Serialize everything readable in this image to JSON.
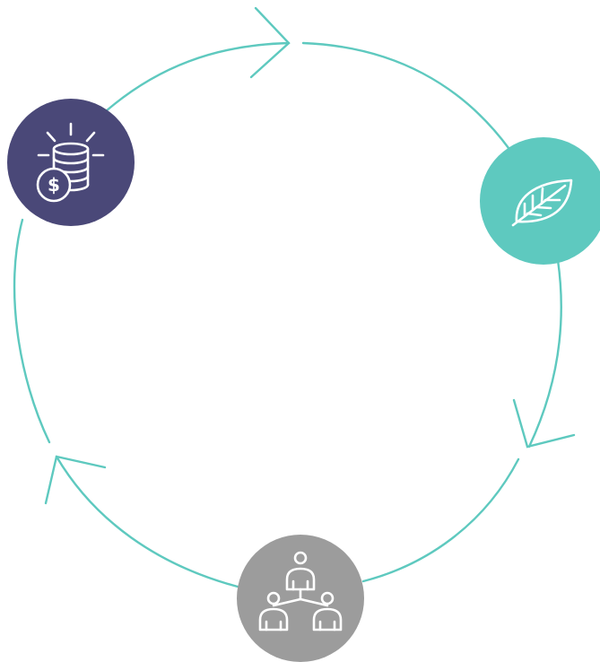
{
  "diagram": {
    "type": "cycle",
    "colors": {
      "ring": "#5ec9bf",
      "node_finance": "#4a4878",
      "node_environment": "#5ec9bf",
      "node_people": "#9c9c9c",
      "icon": "#ffffff"
    },
    "nodes": [
      {
        "id": "finance",
        "icon": "dollar-coin-stack-icon"
      },
      {
        "id": "environment",
        "icon": "leaf-icon"
      },
      {
        "id": "people",
        "icon": "people-network-icon"
      }
    ],
    "arrows": [
      {
        "direction": "clockwise",
        "position": "top"
      },
      {
        "direction": "clockwise",
        "position": "lower-right"
      },
      {
        "direction": "clockwise",
        "position": "lower-left"
      }
    ],
    "dollar_symbol": "$"
  }
}
